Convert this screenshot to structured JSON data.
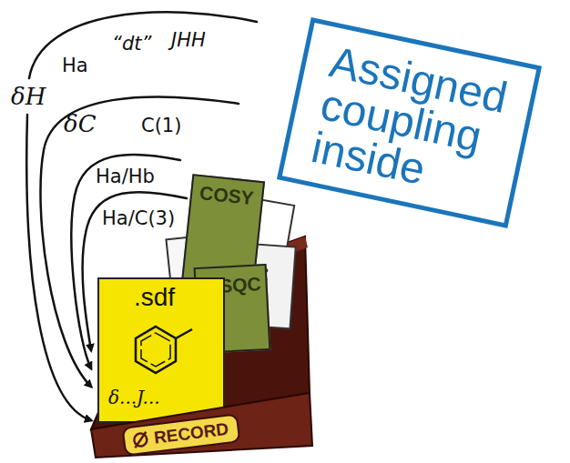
{
  "diagram": {
    "nodes": [
      {
        "text": [
          "Assigned coupling inside"
        ]
      },
      {
        "text": [
          "RECORD"
        ]
      },
      {
        "text": [
          "COSY"
        ],
        "in": 1
      },
      {
        "text": [
          "SQC"
        ],
        "in": 1
      },
      {
        "text": [
          ".sdf",
          "δ...J..."
        ],
        "in": 1
      }
    ],
    "labels": [
      "δH",
      "Ha",
      "“dt”",
      "JHH",
      "δC",
      "C(1)",
      "Ha/Hb",
      "Ha/C(3)"
    ]
  }
}
